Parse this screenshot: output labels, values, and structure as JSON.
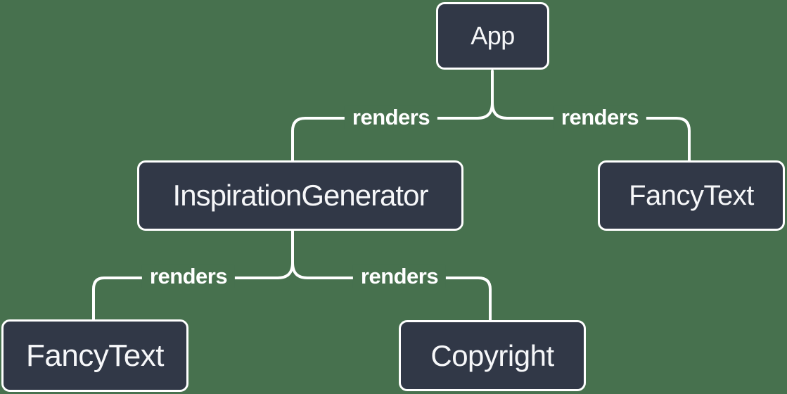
{
  "diagram": {
    "type": "tree",
    "background_color": "#47714E",
    "node_fill_color": "#313847",
    "node_border_color": "#FFFFFF",
    "node_text_color": "#F6F7F9",
    "connector_color": "#FFFFFF",
    "edge_label_color": "#FFFFFF",
    "nodes": {
      "app": {
        "label": "App"
      },
      "inspiration_generator": {
        "label": "InspirationGenerator"
      },
      "fancy_text_top": {
        "label": "FancyText"
      },
      "fancy_text_bottom": {
        "label": "FancyText"
      },
      "copyright": {
        "label": "Copyright"
      }
    },
    "edges": [
      {
        "from": "App",
        "to": "InspirationGenerator",
        "label": "renders"
      },
      {
        "from": "App",
        "to": "FancyText",
        "label": "renders"
      },
      {
        "from": "InspirationGenerator",
        "to": "FancyText",
        "label": "renders"
      },
      {
        "from": "InspirationGenerator",
        "to": "Copyright",
        "label": "renders"
      }
    ]
  }
}
